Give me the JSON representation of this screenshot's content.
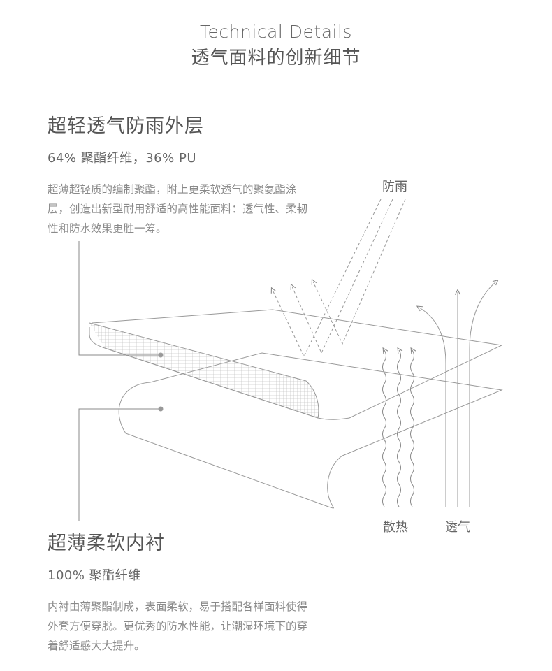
{
  "header": {
    "title_en": "Technical Details",
    "title_cn": "透气面料的创新细节"
  },
  "outer_layer": {
    "title": "超轻透气防雨外层",
    "material": "64% 聚酯纤维，36% PU",
    "description": "超薄超轻质的编制聚酯，附上更柔软透气的聚氨酯涂层，创造出新型耐用舒适的高性能面料：透气性、柔韧性和防水效果更胜一筹。"
  },
  "inner_layer": {
    "title": "超薄柔软内衬",
    "material": "100% 聚酯纤维",
    "description": "内衬由薄聚酯制成，表面柔软，易于搭配各样面料使得外套方便穿脱。更优秀的防水性能，让潮湿环境下的穿着舒适感大大提升。"
  },
  "diagram_labels": {
    "rain": "防雨",
    "heat": "散热",
    "breathe": "透气"
  }
}
